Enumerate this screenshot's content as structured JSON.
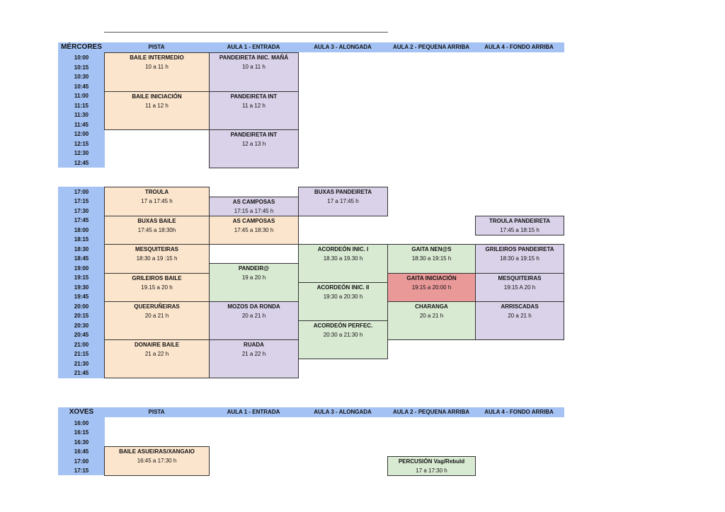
{
  "colors": {
    "header": "#a4c2f4",
    "orange": "#fce5cd",
    "purple": "#d9d2e9",
    "green": "#d9ead3",
    "red": "#ea9999"
  },
  "columns": [
    "PISTA",
    "AULA  1 - ENTRADA",
    "AULA 3 - ALONGADA",
    "AULA 2 - PEQUENA ARRIBA",
    "AULA 4 - FONDO ARRIBA"
  ],
  "s1": {
    "day": "MÉRCORES",
    "times": [
      "10:00",
      "10:15",
      "10:30",
      "10:45",
      "11:00",
      "11:15",
      "11:30",
      "11:45",
      "12:00",
      "12:15",
      "12:30",
      "12:45"
    ],
    "cells": [
      {
        "name": "BAILE INTERMEDIO",
        "time": "10 a 11 h"
      },
      {
        "name": "PANDEIRETA INIC. MAÑÁ",
        "time": "10 a 11 h"
      },
      {
        "name": "BAILE INICIACIÓN",
        "time": "11 a 12 h"
      },
      {
        "name": "PANDEIRETA INT",
        "time": "11 a 12 h"
      },
      {
        "name": "PANDEIRETA INT",
        "time": "12 a 13 h"
      }
    ]
  },
  "s2": {
    "times": [
      "17:00",
      "17:15",
      "17:30",
      "17:45",
      "18:00",
      "18:15",
      "18:30",
      "18:45",
      "19:00",
      "19:15",
      "19:30",
      "19:45",
      "20:00",
      "20:15",
      "20:30",
      "20:45",
      "21:00",
      "21:15",
      "21:30",
      "21:45"
    ],
    "cells": [
      {
        "name": "TROULA",
        "time": "17 a 17:45 h"
      },
      {
        "name": "AS CAMPOSAS",
        "time": "17:15 a 17:45 h"
      },
      {
        "name": "BUXAS PANDEIRETA",
        "time": "17 a 17:45 h"
      },
      {
        "name": "BUXAS BAILE",
        "time": "17:45 a 18:30h"
      },
      {
        "name": "AS CAMPOSAS",
        "time": "17:45 a 18:30 h"
      },
      {
        "name": "TROULA PANDEIRETA",
        "time": "17:45 a 18:15 h"
      },
      {
        "name": "MESQUITEIRAS",
        "time": "18:30 a 19 :15 h"
      },
      {
        "name": "ACORDEÓN INIC. I",
        "time": "18.30 a 19.30 h"
      },
      {
        "name": "GAITA NEN@S",
        "time": "18:30 a 19:15 h"
      },
      {
        "name": "GRILEIROS PANDEIRETA",
        "time": "18:30 a 19:15 h"
      },
      {
        "name": "PANDEIR@",
        "time": "19 a 20 h"
      },
      {
        "name": "GRILEIROS BAILE",
        "time": "19.15 a 20 h"
      },
      {
        "name": "GAITA INICIACIÓN",
        "time": "19:15 a 20:00 h"
      },
      {
        "name": "MESQUITEIRAS",
        "time": "19:15 A 20 h"
      },
      {
        "name": "ACORDEÓN INIC. II",
        "time": "19:30 a 20:30 h"
      },
      {
        "name": "QUEERUÑEIRAS",
        "time": "20 a 21 h"
      },
      {
        "name": "MOZOS DA RONDA",
        "time": "20 a 21 h"
      },
      {
        "name": "CHARANGA",
        "time": "20 a 21 h"
      },
      {
        "name": "ARRISCADAS",
        "time": "20 a 21 h"
      },
      {
        "name": "ACORDEÓN PERFEC.",
        "time": "20:30 a 21:30 h"
      },
      {
        "name": "DONAIRE BAILE",
        "time": "21 a 22 h"
      },
      {
        "name": "RUADA",
        "time": "21 a 22 h"
      }
    ]
  },
  "s3": {
    "day": "XOVES",
    "times": [
      "16:00",
      "16:15",
      "16:30",
      "16:45",
      "17:00",
      "17:15"
    ],
    "cells": [
      {
        "name": "BAILE ASUEIRAS/XANGAIO",
        "time": "16:45 a 17:30 h"
      },
      {
        "name": "PERCUSIÓN Vag/Rebuld",
        "time": "17 a 17:30 h"
      }
    ]
  }
}
